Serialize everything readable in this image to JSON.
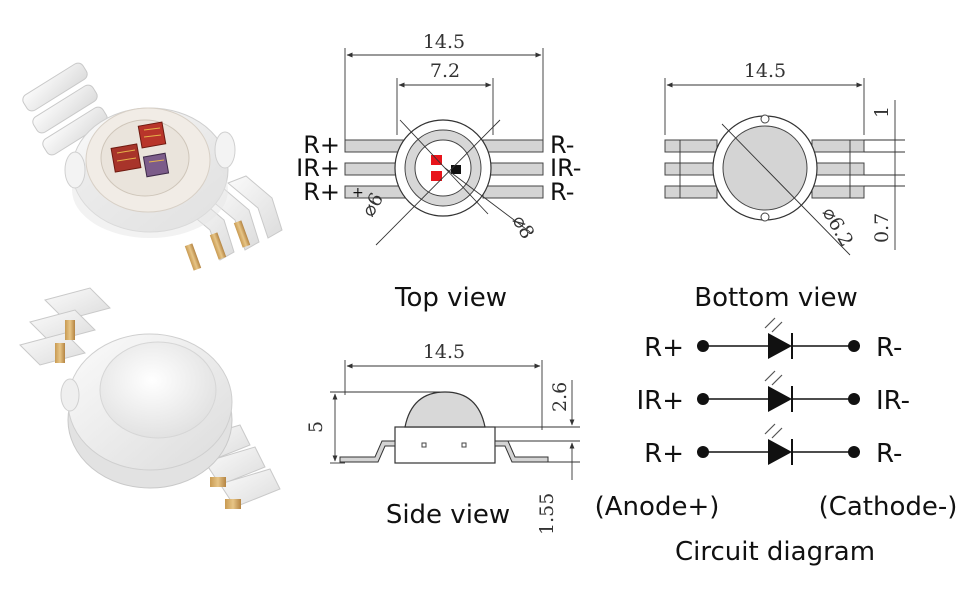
{
  "colors": {
    "red_chip": "#e8141b",
    "ir_chip": "#111111",
    "lead_fill": "#d4d4d4",
    "ink": "#111111"
  },
  "top_view": {
    "caption": "Top view",
    "width_dim": "14.5",
    "inner_dim": "7.2",
    "dia_small": "⌀6",
    "dia_large": "⌀8",
    "left_pins": [
      "R+",
      "IR+",
      "R+"
    ],
    "right_pins": [
      "R-",
      "IR-",
      "R-"
    ],
    "plus_mark": "+"
  },
  "bottom_view": {
    "caption": "Bottom view",
    "width_dim": "14.5",
    "dia": "⌀6.2",
    "pin_dim": "1",
    "pitch_dim": "0.7"
  },
  "side_view": {
    "caption": "Side view",
    "width_dim": "14.5",
    "height_dim": "5",
    "dome_dim": "2.6",
    "base_dim": "1.55"
  },
  "circuit": {
    "caption": "Circuit diagram",
    "anode_label": "(Anode+)",
    "cathode_label": "(Cathode-)",
    "rows": [
      {
        "left": "R+",
        "right": "R-"
      },
      {
        "left": "IR+",
        "right": "IR-"
      },
      {
        "left": "R+",
        "right": "R-"
      }
    ]
  },
  "product_photos": [
    {
      "view": "top",
      "icon": "rgb-led-photo-icon"
    },
    {
      "view": "bottom",
      "icon": "led-underside-photo-icon"
    }
  ]
}
